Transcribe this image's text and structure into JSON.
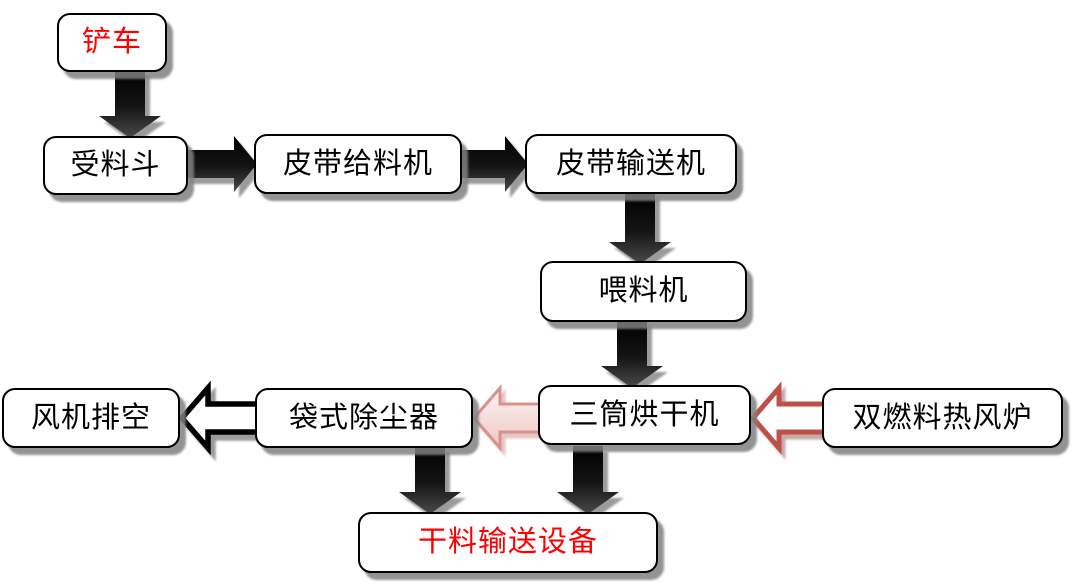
{
  "diagram": {
    "type": "flowchart",
    "background": "#ffffff",
    "nodes": [
      {
        "id": "loader",
        "label": "铲车",
        "emphasis": "red"
      },
      {
        "id": "receiving-hopper",
        "label": "受料斗",
        "emphasis": "none"
      },
      {
        "id": "belt-feeder",
        "label": "皮带给料机",
        "emphasis": "none"
      },
      {
        "id": "belt-conveyor",
        "label": "皮带输送机",
        "emphasis": "none"
      },
      {
        "id": "feeder",
        "label": "喂料机",
        "emphasis": "none"
      },
      {
        "id": "triple-drum-dryer",
        "label": "三筒烘干机",
        "emphasis": "none"
      },
      {
        "id": "bag-filter",
        "label": "袋式除尘器",
        "emphasis": "none"
      },
      {
        "id": "fan-exhaust",
        "label": "风机排空",
        "emphasis": "none"
      },
      {
        "id": "dual-fuel-furnace",
        "label": "双燃料热风炉",
        "emphasis": "none"
      },
      {
        "id": "dry-material-conveyor",
        "label": "干料输送设备",
        "emphasis": "red"
      }
    ],
    "edges": [
      {
        "from": "铲车",
        "to": "受料斗",
        "arrow": "solid-black",
        "direction": "down"
      },
      {
        "from": "受料斗",
        "to": "皮带给料机",
        "arrow": "solid-black",
        "direction": "right"
      },
      {
        "from": "皮带给料机",
        "to": "皮带输送机",
        "arrow": "solid-black",
        "direction": "right"
      },
      {
        "from": "皮带输送机",
        "to": "喂料机",
        "arrow": "solid-black",
        "direction": "down"
      },
      {
        "from": "喂料机",
        "to": "三筒烘干机",
        "arrow": "solid-black",
        "direction": "down"
      },
      {
        "from": "三筒烘干机",
        "to": "袋式除尘器",
        "arrow": "pink-outline",
        "direction": "left"
      },
      {
        "from": "袋式除尘器",
        "to": "风机排空",
        "arrow": "hollow-black",
        "direction": "left"
      },
      {
        "from": "双燃料热风炉",
        "to": "三筒烘干机",
        "arrow": "hollow-red",
        "direction": "left"
      },
      {
        "from": "袋式除尘器",
        "to": "干料输送设备",
        "arrow": "solid-black",
        "direction": "down"
      },
      {
        "from": "三筒烘干机",
        "to": "干料输送设备",
        "arrow": "solid-black",
        "direction": "down"
      }
    ],
    "colors": {
      "background": "#ffffff",
      "node_fill": "#ffffff",
      "node_border": "#000000",
      "text_black": "#000000",
      "text_red": "#ff0000",
      "arrow_black": "#000000",
      "arrow_black_end": "#4a4a4a",
      "arrow_hollow_fill": "#ffffff",
      "arrow_red_outline": "#bf4f49",
      "arrow_pink_outline": "#d9918e",
      "arrow_pink_fill": "#eec6c3",
      "arrow_pink_light": "#fdf5f5",
      "shadow_gray": "#828282"
    }
  }
}
